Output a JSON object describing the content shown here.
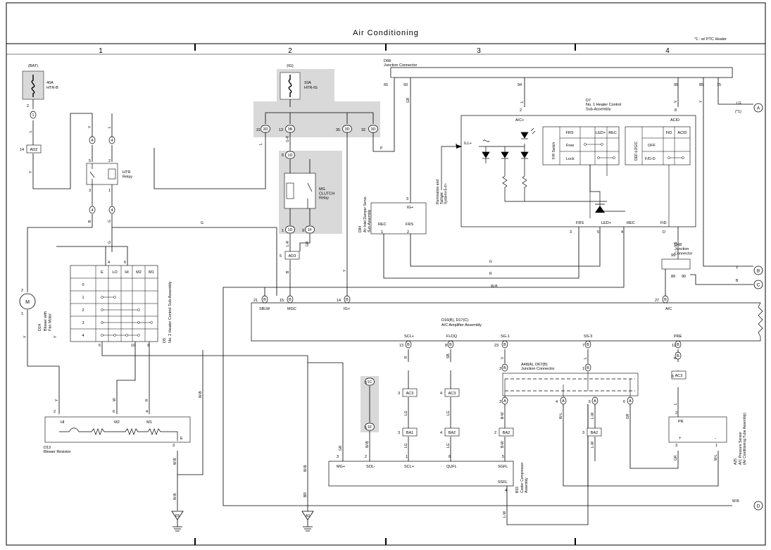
{
  "page_title": "Air Conditioning",
  "note": "*1 : w/ PTC Heater",
  "columns": [
    "1",
    "2",
    "3",
    "4"
  ],
  "fuses": {
    "bat_label": "(BAT)",
    "bat_fuse": "40A",
    "bat_fuse_name": "HTR-B",
    "ig_label": "(IG)",
    "ig_fuse": "10A",
    "ig_fuse_name": "HTR-IG"
  },
  "components": {
    "htr_relay": "HTR\nRelay",
    "mg_relay": "MG\nCLUTCH\nRelay",
    "blower_id": "D14",
    "blower_name": "Blower with\nFan Motor",
    "blower_symbol": "M",
    "heater_ctrl_id": "D5",
    "heater_ctrl_name": "No. 2 Heater Control Sub-Assembly",
    "blower_res_id": "D13",
    "blower_res_name": "Blower Resistor",
    "d7_id": "D7",
    "d7_name": "No. 1 Heater Control\nSub-Assembly",
    "d84_id": "D84",
    "d84_name": "Air Inlet Damper Servo\nSub-Assembly",
    "d68_top_id": "D68",
    "d68_top_name": "Junction Connector",
    "d68_mid_id": "D68",
    "d68_mid_name": "Junction\nConnector",
    "amp_id": "D16(B), D17(C)",
    "amp_name": "A/C Amplifier Assembly",
    "jc_id": "A48(A), D67(B)",
    "jc_name": "Junction Connector",
    "comp_id": "B33",
    "comp_name": "Cooler Compressor\nAssembly",
    "press_id": "A25",
    "press_name": "A/C Pressure Sensor\n(Air Conditioning Tube Assembly)",
    "illum": "Illumination and\nTaillight\nSystem<5-4>",
    "frs_switch": "F/R Switch",
    "def_logic": "DEF-LOGIC",
    "ptc_ref": "(*1)"
  },
  "d7_table": {
    "headers": [
      "FRS",
      "LED+",
      "REC"
    ],
    "rows": [
      "Free",
      "Lock"
    ],
    "def_headers": [
      "FiD",
      "ACID"
    ],
    "def_rows": [
      "OFF",
      "F/D-D"
    ]
  },
  "d5_table": {
    "headers": [
      "E",
      "LO",
      "HI",
      "M2",
      "M1"
    ],
    "rows": [
      "0",
      "1",
      "2",
      "3",
      "4"
    ]
  },
  "pins": {
    "a_c_plus": "A/C+",
    "acid": "ACID",
    "ill_plus": "ILL+",
    "ig_plus": "IG+",
    "rec": "REC",
    "frs": "FRS",
    "led_plus": "LED+",
    "fid": "FiD",
    "sblw": "SBLW",
    "mgc": "MGC",
    "ig_plus2": "IG+",
    "ac": "A/C",
    "scl_plus": "SCL+",
    "floq": "FLOQ",
    "sg1": "SG-1",
    "ss3": "SS-3",
    "pre": "PRE",
    "mg_plus": "MG+",
    "sol_minus": "SOL-",
    "scl_plus2": "SCL+",
    "qufl": "QUFL",
    "sgfl": "SGFL",
    "ssfl": "SSFL",
    "pr": "PR",
    "plus": "+",
    "minus": "-",
    "hi": "HI",
    "m2": "M2",
    "m1": "M1",
    "e": "E"
  },
  "connectors": {
    "c_ad2": "AD2",
    "c_ad3": "AD3",
    "c_ac3": "AC3",
    "c_ba1": "BA1",
    "c_ba2": "BA2",
    "c_1c": "1C",
    "c_1f": "1F",
    "c_1d": "1D",
    "c_3d": "3D",
    "c_3b": "3B",
    "c_3d2": "3D",
    "c_3d3": "3D"
  },
  "wires": {
    "G": "G",
    "R": "R",
    "W_B": "W-B",
    "Y": "Y",
    "L": "L",
    "B": "B",
    "GR": "GR",
    "P": "P",
    "V": "V",
    "LG": "LG",
    "G_R": "G-R",
    "L_R": "L-R",
    "SB": "SB",
    "B_W": "B-W",
    "W_L": "W-L",
    "L_W": "L-W",
    "BR": "BR",
    "W": "W"
  },
  "refs": {
    "A": "A",
    "B": "B",
    "C": "C",
    "D": "D"
  },
  "grounds": {
    "g_d5": "D5",
    "g_a2": "A2"
  },
  "colors": {
    "shade": "#d9d9d9",
    "line": "#000000",
    "bg": "#ffffff"
  }
}
